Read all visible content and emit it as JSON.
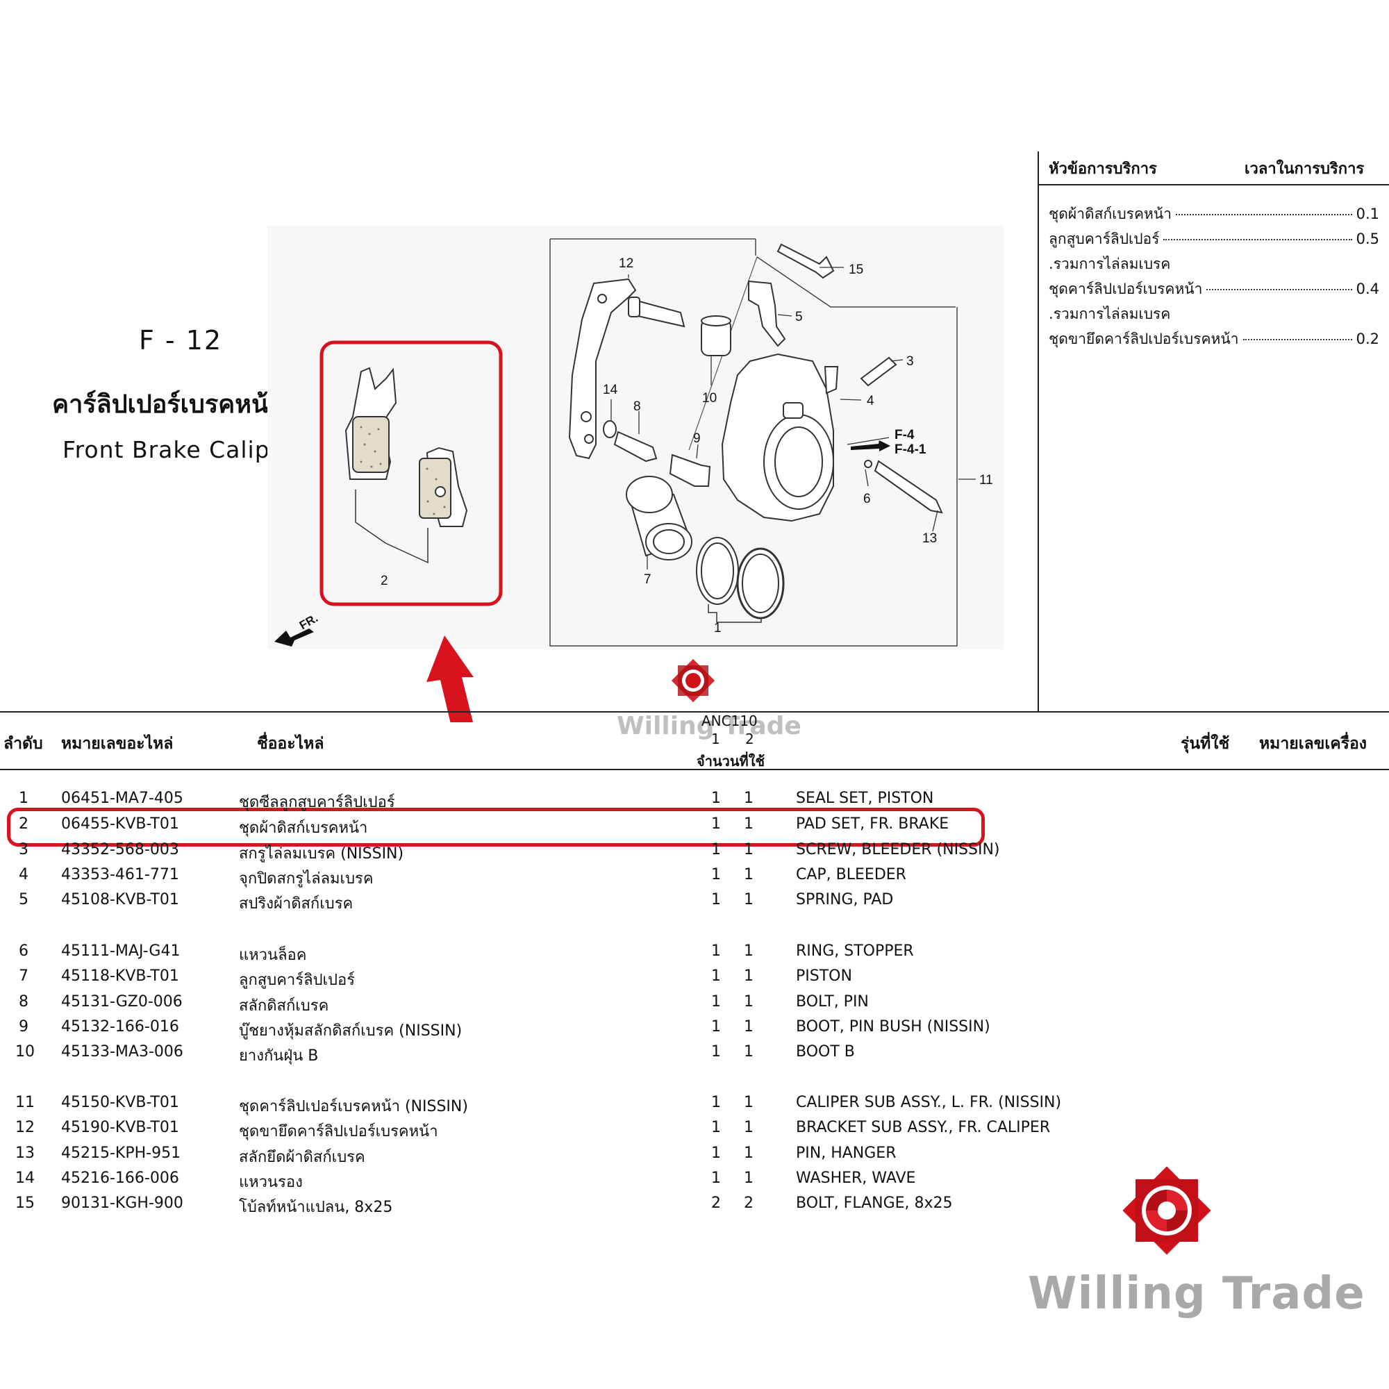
{
  "figure": {
    "code": "F - 12",
    "title_th": "คาร์ลิปเปอร์เบรคหน้า",
    "title_en": "Front Brake Caliper",
    "callouts": [
      "1",
      "2",
      "3",
      "4",
      "5",
      "6",
      "7",
      "8",
      "9",
      "10",
      "11",
      "12",
      "13",
      "14",
      "15"
    ],
    "refs": [
      "F-4",
      "F-4-1"
    ],
    "direction": "FR."
  },
  "service": {
    "header_item": "หัวข้อการบริการ",
    "header_time": "เวลาในการบริการ",
    "rows": [
      {
        "name": "ชุดผ้าดิสก์เบรคหน้า",
        "time": "0.1",
        "dots": true
      },
      {
        "name": "ลูกสูบคาร์ลิปเปอร์",
        "time": "0.5",
        "dots": true
      },
      {
        "name": ".รวมการไล่ลมเบรค",
        "time": "",
        "dots": false
      },
      {
        "name": "ชุดคาร์ลิปเปอร์เบรคหน้า",
        "time": "0.4",
        "dots": true
      },
      {
        "name": ".รวมการไล่ลมเบรค",
        "time": "",
        "dots": false
      },
      {
        "name": "ชุดขายึดคาร์ลิปเปอร์เบรคหน้า",
        "time": "0.2",
        "dots": true
      }
    ]
  },
  "table": {
    "headers": {
      "no": "ลำดับ",
      "part_no": "หมายเลขอะไหล่",
      "name": "ชื่ออะไหล่",
      "model": "ANC110",
      "col1": "1",
      "col2": "2",
      "qty": "จำนวนที่ใช้",
      "used_model": "รุ่นที่ใช้",
      "engine_no": "หมายเลขเครื่อง"
    },
    "rows": [
      {
        "no": "1",
        "part": "06451-MA7-405",
        "th": "ชุดซีลลูกสูบคาร์ลิปเปอร์",
        "q1": "1",
        "q2": "1",
        "en": "SEAL SET, PISTON"
      },
      {
        "no": "2",
        "part": "06455-KVB-T01",
        "th": "ชุดผ้าดิสก์เบรคหน้า",
        "q1": "1",
        "q2": "1",
        "en": "PAD SET, FR. BRAKE"
      },
      {
        "no": "3",
        "part": "43352-568-003",
        "th": "สกรูไล่ลมเบรค (NISSIN)",
        "q1": "1",
        "q2": "1",
        "en": "SCREW, BLEEDER (NISSIN)"
      },
      {
        "no": "4",
        "part": "43353-461-771",
        "th": "จุกปิดสกรูไล่ลมเบรค",
        "q1": "1",
        "q2": "1",
        "en": "CAP, BLEEDER"
      },
      {
        "no": "5",
        "part": "45108-KVB-T01",
        "th": "สปริงผ้าดิสก์เบรค",
        "q1": "1",
        "q2": "1",
        "en": "SPRING, PAD"
      },
      {
        "no": "6",
        "part": "45111-MAJ-G41",
        "th": "แหวนล็อค",
        "q1": "1",
        "q2": "1",
        "en": "RING, STOPPER"
      },
      {
        "no": "7",
        "part": "45118-KVB-T01",
        "th": "ลูกสูบคาร์ลิปเปอร์",
        "q1": "1",
        "q2": "1",
        "en": "PISTON"
      },
      {
        "no": "8",
        "part": "45131-GZ0-006",
        "th": "สลักดิสก์เบรค",
        "q1": "1",
        "q2": "1",
        "en": "BOLT, PIN"
      },
      {
        "no": "9",
        "part": "45132-166-016",
        "th": "บู๊ชยางหุ้มสลักดิสก์เบรค (NISSIN)",
        "q1": "1",
        "q2": "1",
        "en": "BOOT, PIN BUSH (NISSIN)"
      },
      {
        "no": "10",
        "part": "45133-MA3-006",
        "th": "ยางกันฝุ่น B",
        "q1": "1",
        "q2": "1",
        "en": "BOOT B"
      },
      {
        "no": "11",
        "part": "45150-KVB-T01",
        "th": "ชุดคาร์ลิปเปอร์เบรคหน้า (NISSIN)",
        "q1": "1",
        "q2": "1",
        "en": "CALIPER SUB ASSY., L. FR. (NISSIN)"
      },
      {
        "no": "12",
        "part": "45190-KVB-T01",
        "th": "ชุดขายึดคาร์ลิปเปอร์เบรคหน้า",
        "q1": "1",
        "q2": "1",
        "en": "BRACKET SUB ASSY., FR. CALIPER"
      },
      {
        "no": "13",
        "part": "45215-KPH-951",
        "th": "สลักยึดผ้าดิสก์เบรค",
        "q1": "1",
        "q2": "1",
        "en": "PIN, HANGER"
      },
      {
        "no": "14",
        "part": "45216-166-006",
        "th": "แหวนรอง",
        "q1": "1",
        "q2": "1",
        "en": "WASHER, WAVE"
      },
      {
        "no": "15",
        "part": "90131-KGH-900",
        "th": "โบ้ลท์หน้าแปลน, 8x25",
        "q1": "2",
        "q2": "2",
        "en": "BOLT, FLANGE, 8x25"
      }
    ],
    "highlighted_row": "2"
  },
  "brand": {
    "name": "Willing Trade",
    "logo_color": "#d0121b"
  },
  "colors": {
    "highlight": "#d8131d",
    "line": "#222222",
    "watermark": "#a9a9a9"
  }
}
